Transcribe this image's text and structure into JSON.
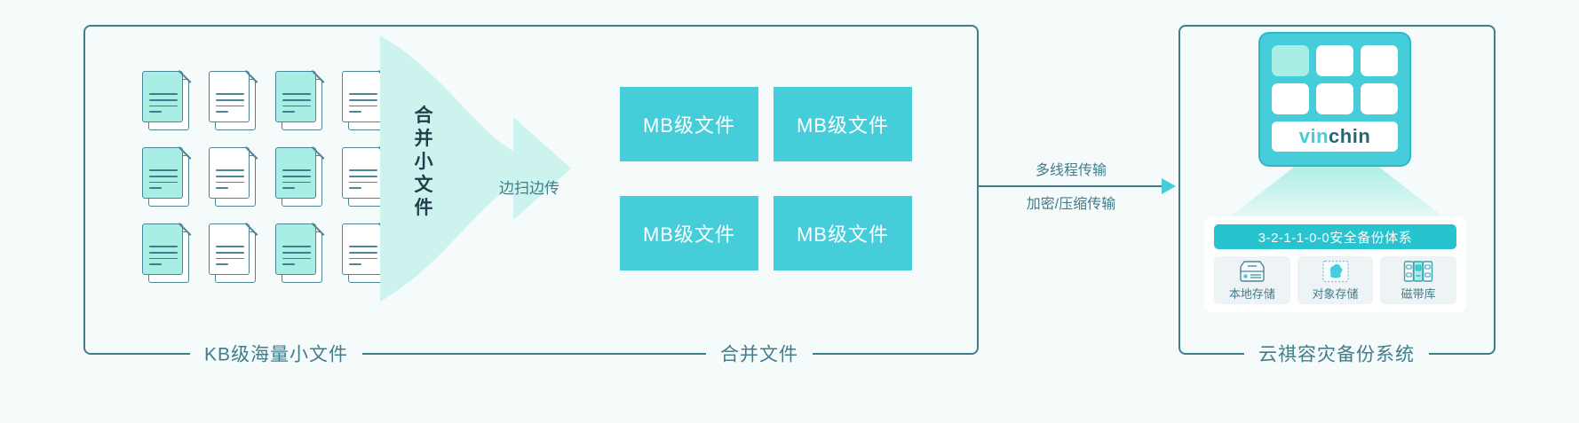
{
  "colors": {
    "background": "#f5fafb",
    "panel_border": "#3f7d8c",
    "cyan": "#45cdda",
    "cyan_dark": "#27c3cf",
    "mint": "#a9eee4",
    "text_teal": "#3f7d8c",
    "text_dark": "#233d4d",
    "doc_outline": "#4d8596"
  },
  "left_section": {
    "label": "KB级海量小文件",
    "documents": [
      {
        "id": "doc-1",
        "filled": true
      },
      {
        "id": "doc-2",
        "filled": false
      },
      {
        "id": "doc-3",
        "filled": true
      },
      {
        "id": "doc-4",
        "filled": false
      },
      {
        "id": "doc-5",
        "filled": true
      },
      {
        "id": "doc-6",
        "filled": false
      },
      {
        "id": "doc-7",
        "filled": true
      },
      {
        "id": "doc-8",
        "filled": false
      },
      {
        "id": "doc-9",
        "filled": true
      },
      {
        "id": "doc-10",
        "filled": false
      },
      {
        "id": "doc-11",
        "filled": true
      },
      {
        "id": "doc-12",
        "filled": false
      }
    ]
  },
  "funnel": {
    "vertical_label": "合并小文件",
    "flow_label": "边扫边传"
  },
  "merge_section": {
    "label": "合并文件",
    "boxes": [
      {
        "label": "MB级文件"
      },
      {
        "label": "MB级文件"
      },
      {
        "label": "MB级文件"
      },
      {
        "label": "MB级文件"
      }
    ]
  },
  "transfer": {
    "top_label": "多线程传输",
    "bottom_label": "加密/压缩传输"
  },
  "right_section": {
    "label": "云祺容灾备份系统",
    "logo": {
      "word_prefix": "vin",
      "word_suffix": "chin",
      "squares": [
        "accent",
        "plain",
        "plain",
        "plain",
        "plain",
        "plain"
      ]
    },
    "safety_banner": "3-2-1-1-0-0安全备份体系",
    "storage": [
      {
        "icon": "local-disk-icon",
        "label": "本地存储"
      },
      {
        "icon": "object-cloud-icon",
        "label": "对象存储"
      },
      {
        "icon": "tape-library-icon",
        "label": "磁带库"
      }
    ]
  }
}
